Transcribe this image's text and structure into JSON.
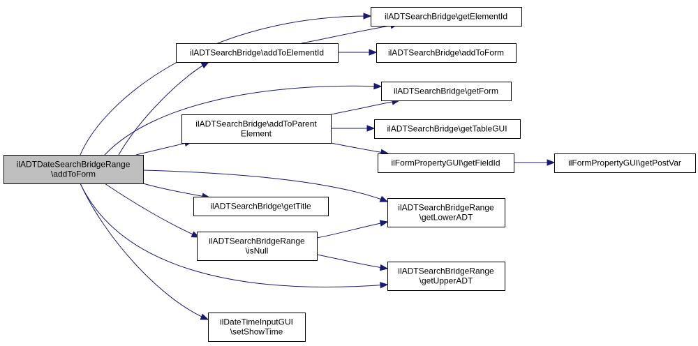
{
  "diagram": {
    "nodes": [
      {
        "id": "root",
        "lines": [
          "ilADTDateSearchBridgeRange",
          "\\addToForm"
        ],
        "root": true
      },
      {
        "id": "getElementId",
        "lines": [
          "ilADTSearchBridge\\getElementId"
        ]
      },
      {
        "id": "addToElementId",
        "lines": [
          "ilADTSearchBridge\\addToElementId"
        ]
      },
      {
        "id": "addToFormBase",
        "lines": [
          "ilADTSearchBridge\\addToForm"
        ]
      },
      {
        "id": "getForm",
        "lines": [
          "ilADTSearchBridge\\getForm"
        ]
      },
      {
        "id": "addToParentElement",
        "lines": [
          "ilADTSearchBridge\\addToParent",
          "Element"
        ]
      },
      {
        "id": "getTableGUI",
        "lines": [
          "ilADTSearchBridge\\getTableGUI"
        ]
      },
      {
        "id": "getFieldId",
        "lines": [
          "ilFormPropertyGUI\\getFieldId"
        ]
      },
      {
        "id": "getPostVar",
        "lines": [
          "ilFormPropertyGUI\\getPostVar"
        ]
      },
      {
        "id": "getTitle",
        "lines": [
          "ilADTSearchBridge\\getTitle"
        ]
      },
      {
        "id": "getLowerADT",
        "lines": [
          "ilADTSearchBridgeRange",
          "\\getLowerADT"
        ]
      },
      {
        "id": "isNull",
        "lines": [
          "ilADTSearchBridgeRange",
          "\\isNull"
        ]
      },
      {
        "id": "getUpperADT",
        "lines": [
          "ilADTSearchBridgeRange",
          "\\getUpperADT"
        ]
      },
      {
        "id": "setShowTime",
        "lines": [
          "ilDateTimeInputGUI",
          "\\setShowTime"
        ]
      }
    ],
    "edges": [
      {
        "from": "root",
        "to": "getElementId"
      },
      {
        "from": "root",
        "to": "addToElementId"
      },
      {
        "from": "root",
        "to": "getForm"
      },
      {
        "from": "root",
        "to": "addToParentElement"
      },
      {
        "from": "root",
        "to": "getTitle"
      },
      {
        "from": "root",
        "to": "getLowerADT"
      },
      {
        "from": "root",
        "to": "isNull"
      },
      {
        "from": "root",
        "to": "getUpperADT"
      },
      {
        "from": "root",
        "to": "setShowTime"
      },
      {
        "from": "addToElementId",
        "to": "getElementId"
      },
      {
        "from": "addToElementId",
        "to": "addToFormBase"
      },
      {
        "from": "addToParentElement",
        "to": "getForm"
      },
      {
        "from": "addToParentElement",
        "to": "getTableGUI"
      },
      {
        "from": "addToParentElement",
        "to": "getFieldId"
      },
      {
        "from": "getFieldId",
        "to": "getPostVar"
      },
      {
        "from": "isNull",
        "to": "getLowerADT"
      },
      {
        "from": "isNull",
        "to": "getUpperADT"
      }
    ],
    "colors": {
      "edge": "#191970",
      "root_fill": "#bfbfbf",
      "node_fill": "#ffffff",
      "border": "#000000"
    }
  }
}
